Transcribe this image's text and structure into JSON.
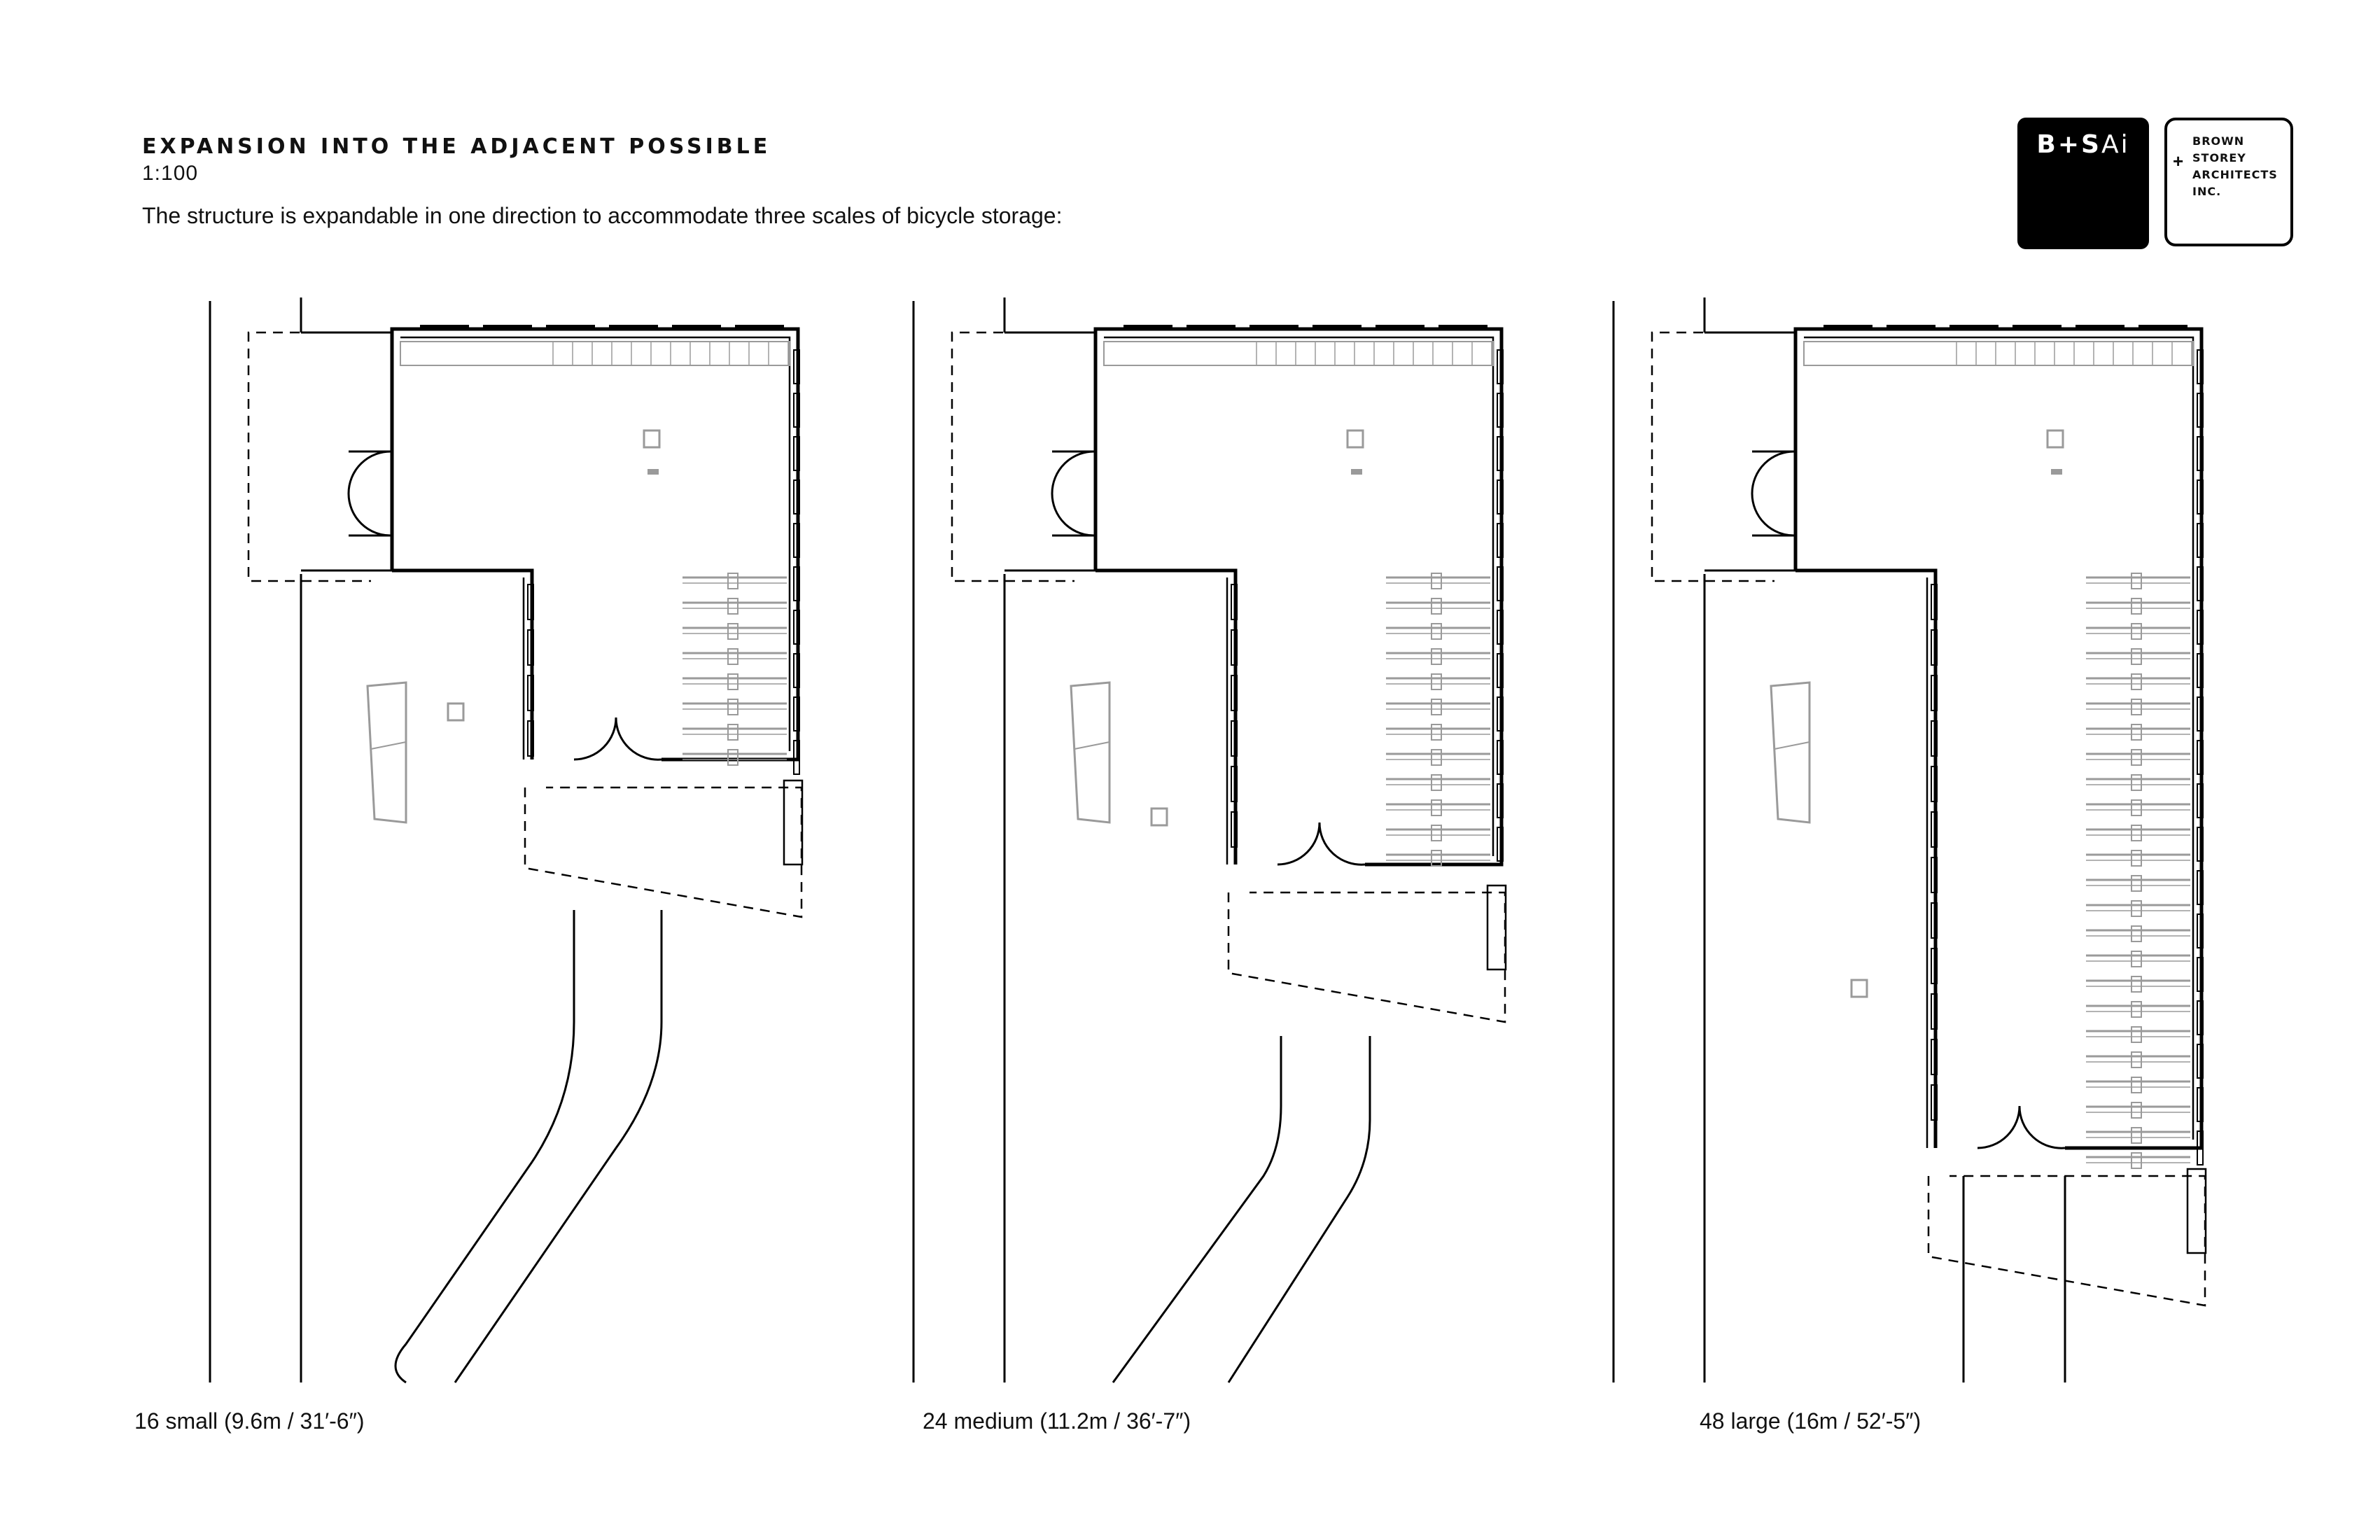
{
  "header": {
    "title": "EXPANSION INTO THE ADJACENT POSSIBLE",
    "scale": "1:100",
    "intro": "The structure is expandable in one direction to accommodate three scales of bicycle storage:"
  },
  "logo": {
    "mark_bold": "B+S",
    "mark_light": "Ai",
    "name_plus": "+",
    "name_lines": [
      "BROWN",
      "STOREY",
      "ARCHITECTS",
      "INC."
    ]
  },
  "plans": [
    {
      "caption": "16 small (9.6m / 31′-6″)",
      "bikes": 16,
      "length_m": 9.6
    },
    {
      "caption": "24 medium (11.2m / 36′-7″)",
      "bikes": 24,
      "length_m": 11.2
    },
    {
      "caption": "48 large (16m / 52′-5″)",
      "bikes": 48,
      "length_m": 16
    }
  ],
  "colors": {
    "ink": "#000000",
    "rack": "#9a9a9a",
    "paper": "#ffffff"
  }
}
